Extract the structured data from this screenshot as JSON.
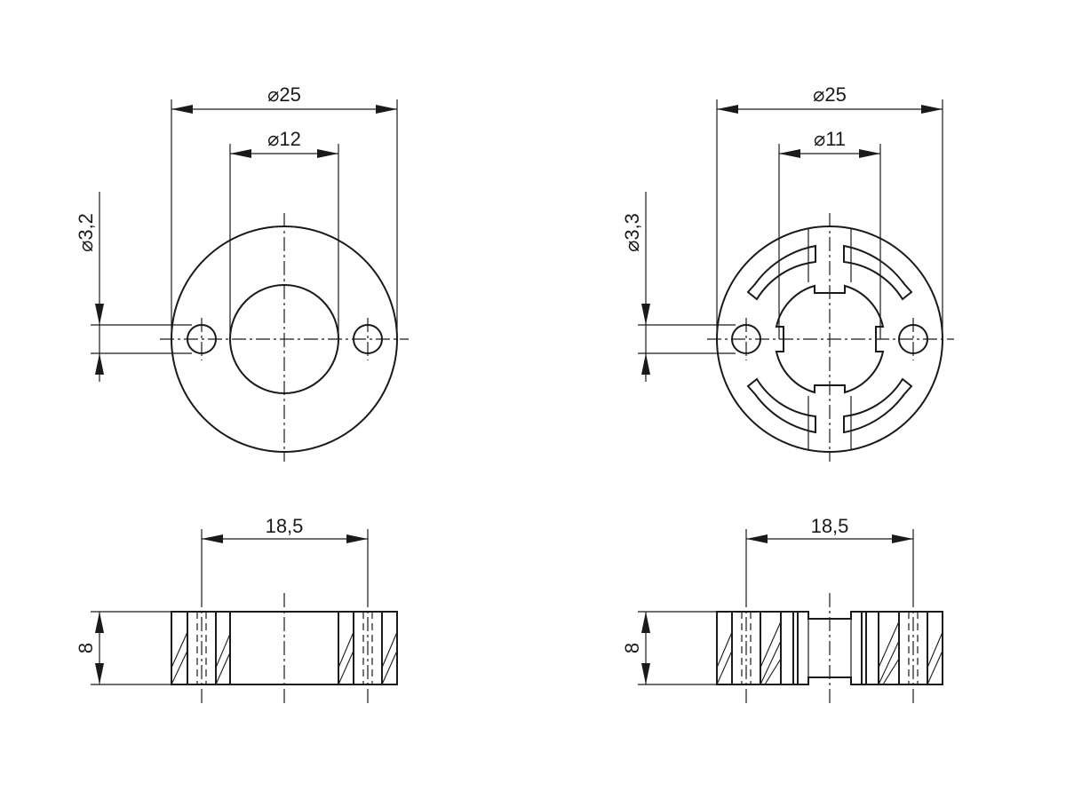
{
  "part_a": {
    "outer_diameter": "25",
    "bore_diameter": "12",
    "hole_diameter": "3,2",
    "hole_spacing": "18,5",
    "thickness": "8"
  },
  "part_b": {
    "outer_diameter": "25",
    "bore_diameter": "11",
    "hole_diameter": "3,3",
    "hole_spacing": "18,5",
    "thickness": "8"
  },
  "symbols": {
    "diameter": "⌀"
  }
}
